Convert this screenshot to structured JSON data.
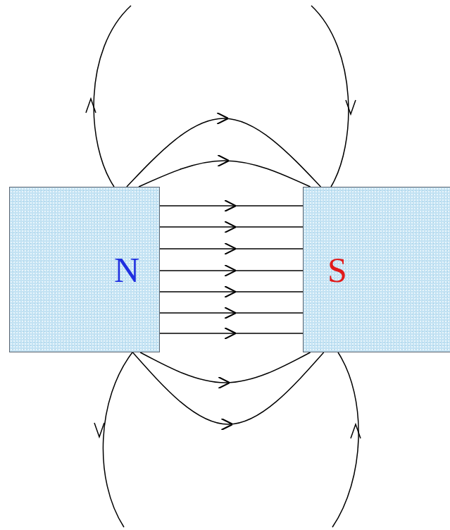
{
  "diagram": {
    "nodes": [
      {
        "text": [
          "N"
        ]
      },
      {
        "text": [
          "S"
        ]
      }
    ],
    "edges": [
      {
        "from": 0,
        "to": 1,
        "arrow": "to"
      },
      {
        "from": 0,
        "to": 1,
        "arrow": "to"
      },
      {
        "from": 0,
        "to": 1,
        "arrow": "to"
      },
      {
        "from": 0,
        "to": 1,
        "arrow": "to"
      },
      {
        "from": 0,
        "to": 1,
        "arrow": "to"
      },
      {
        "from": 0,
        "to": 1,
        "arrow": "to"
      },
      {
        "from": 0,
        "to": 1,
        "arrow": "to"
      },
      {
        "from": 0,
        "to": 1,
        "arrow": "to"
      },
      {
        "from": 0,
        "to": 1,
        "arrow": "to"
      },
      {
        "from": 0,
        "to": 1,
        "arrow": "to"
      },
      {
        "from": 0,
        "to": 1,
        "arrow": "to"
      }
    ]
  }
}
